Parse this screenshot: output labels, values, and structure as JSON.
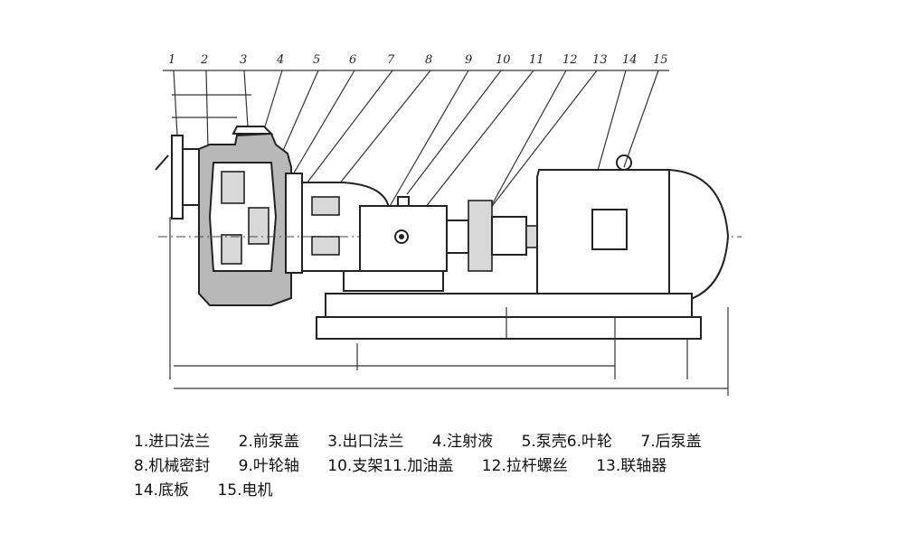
{
  "diagram": {
    "callouts": [
      "1",
      "2",
      "3",
      "4",
      "5",
      "6",
      "7",
      "8",
      "9",
      "10",
      "11",
      "12",
      "13",
      "14",
      "15"
    ]
  },
  "legend": {
    "rows": [
      [
        "1.进口法兰",
        "2.前泵盖",
        "3.出口法兰",
        "4.注射液",
        "5.泵壳6.叶轮",
        "7.后泵盖"
      ],
      [
        "8.机械密封",
        "9.叶轮轴",
        "10.支架11.加油盖",
        "12.拉杆螺丝",
        "13.联轴器"
      ],
      [
        "14.底板",
        "15.电机"
      ]
    ]
  }
}
